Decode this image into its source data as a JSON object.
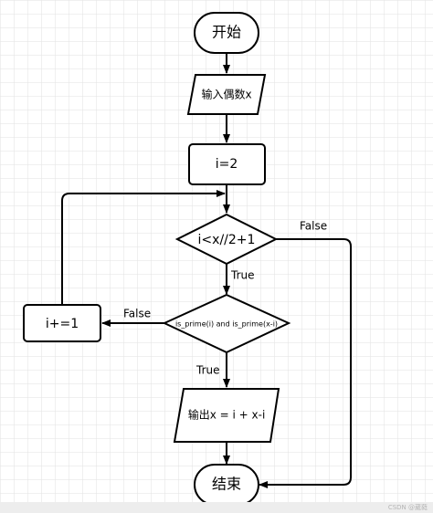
{
  "nodes": {
    "start": "开始",
    "input": "输入偶数x",
    "init": "i=2",
    "loop_condition": "i<x//2+1",
    "prime_check": "is_prime(i) and is_prime(x-i)",
    "increment": "i+=1",
    "output": "输出x = i + x-i",
    "end": "结束"
  },
  "edges": {
    "loop_false": "False",
    "loop_true": "True",
    "check_false": "False",
    "check_true": "True"
  },
  "watermark": "CSDN @葳蕤"
}
